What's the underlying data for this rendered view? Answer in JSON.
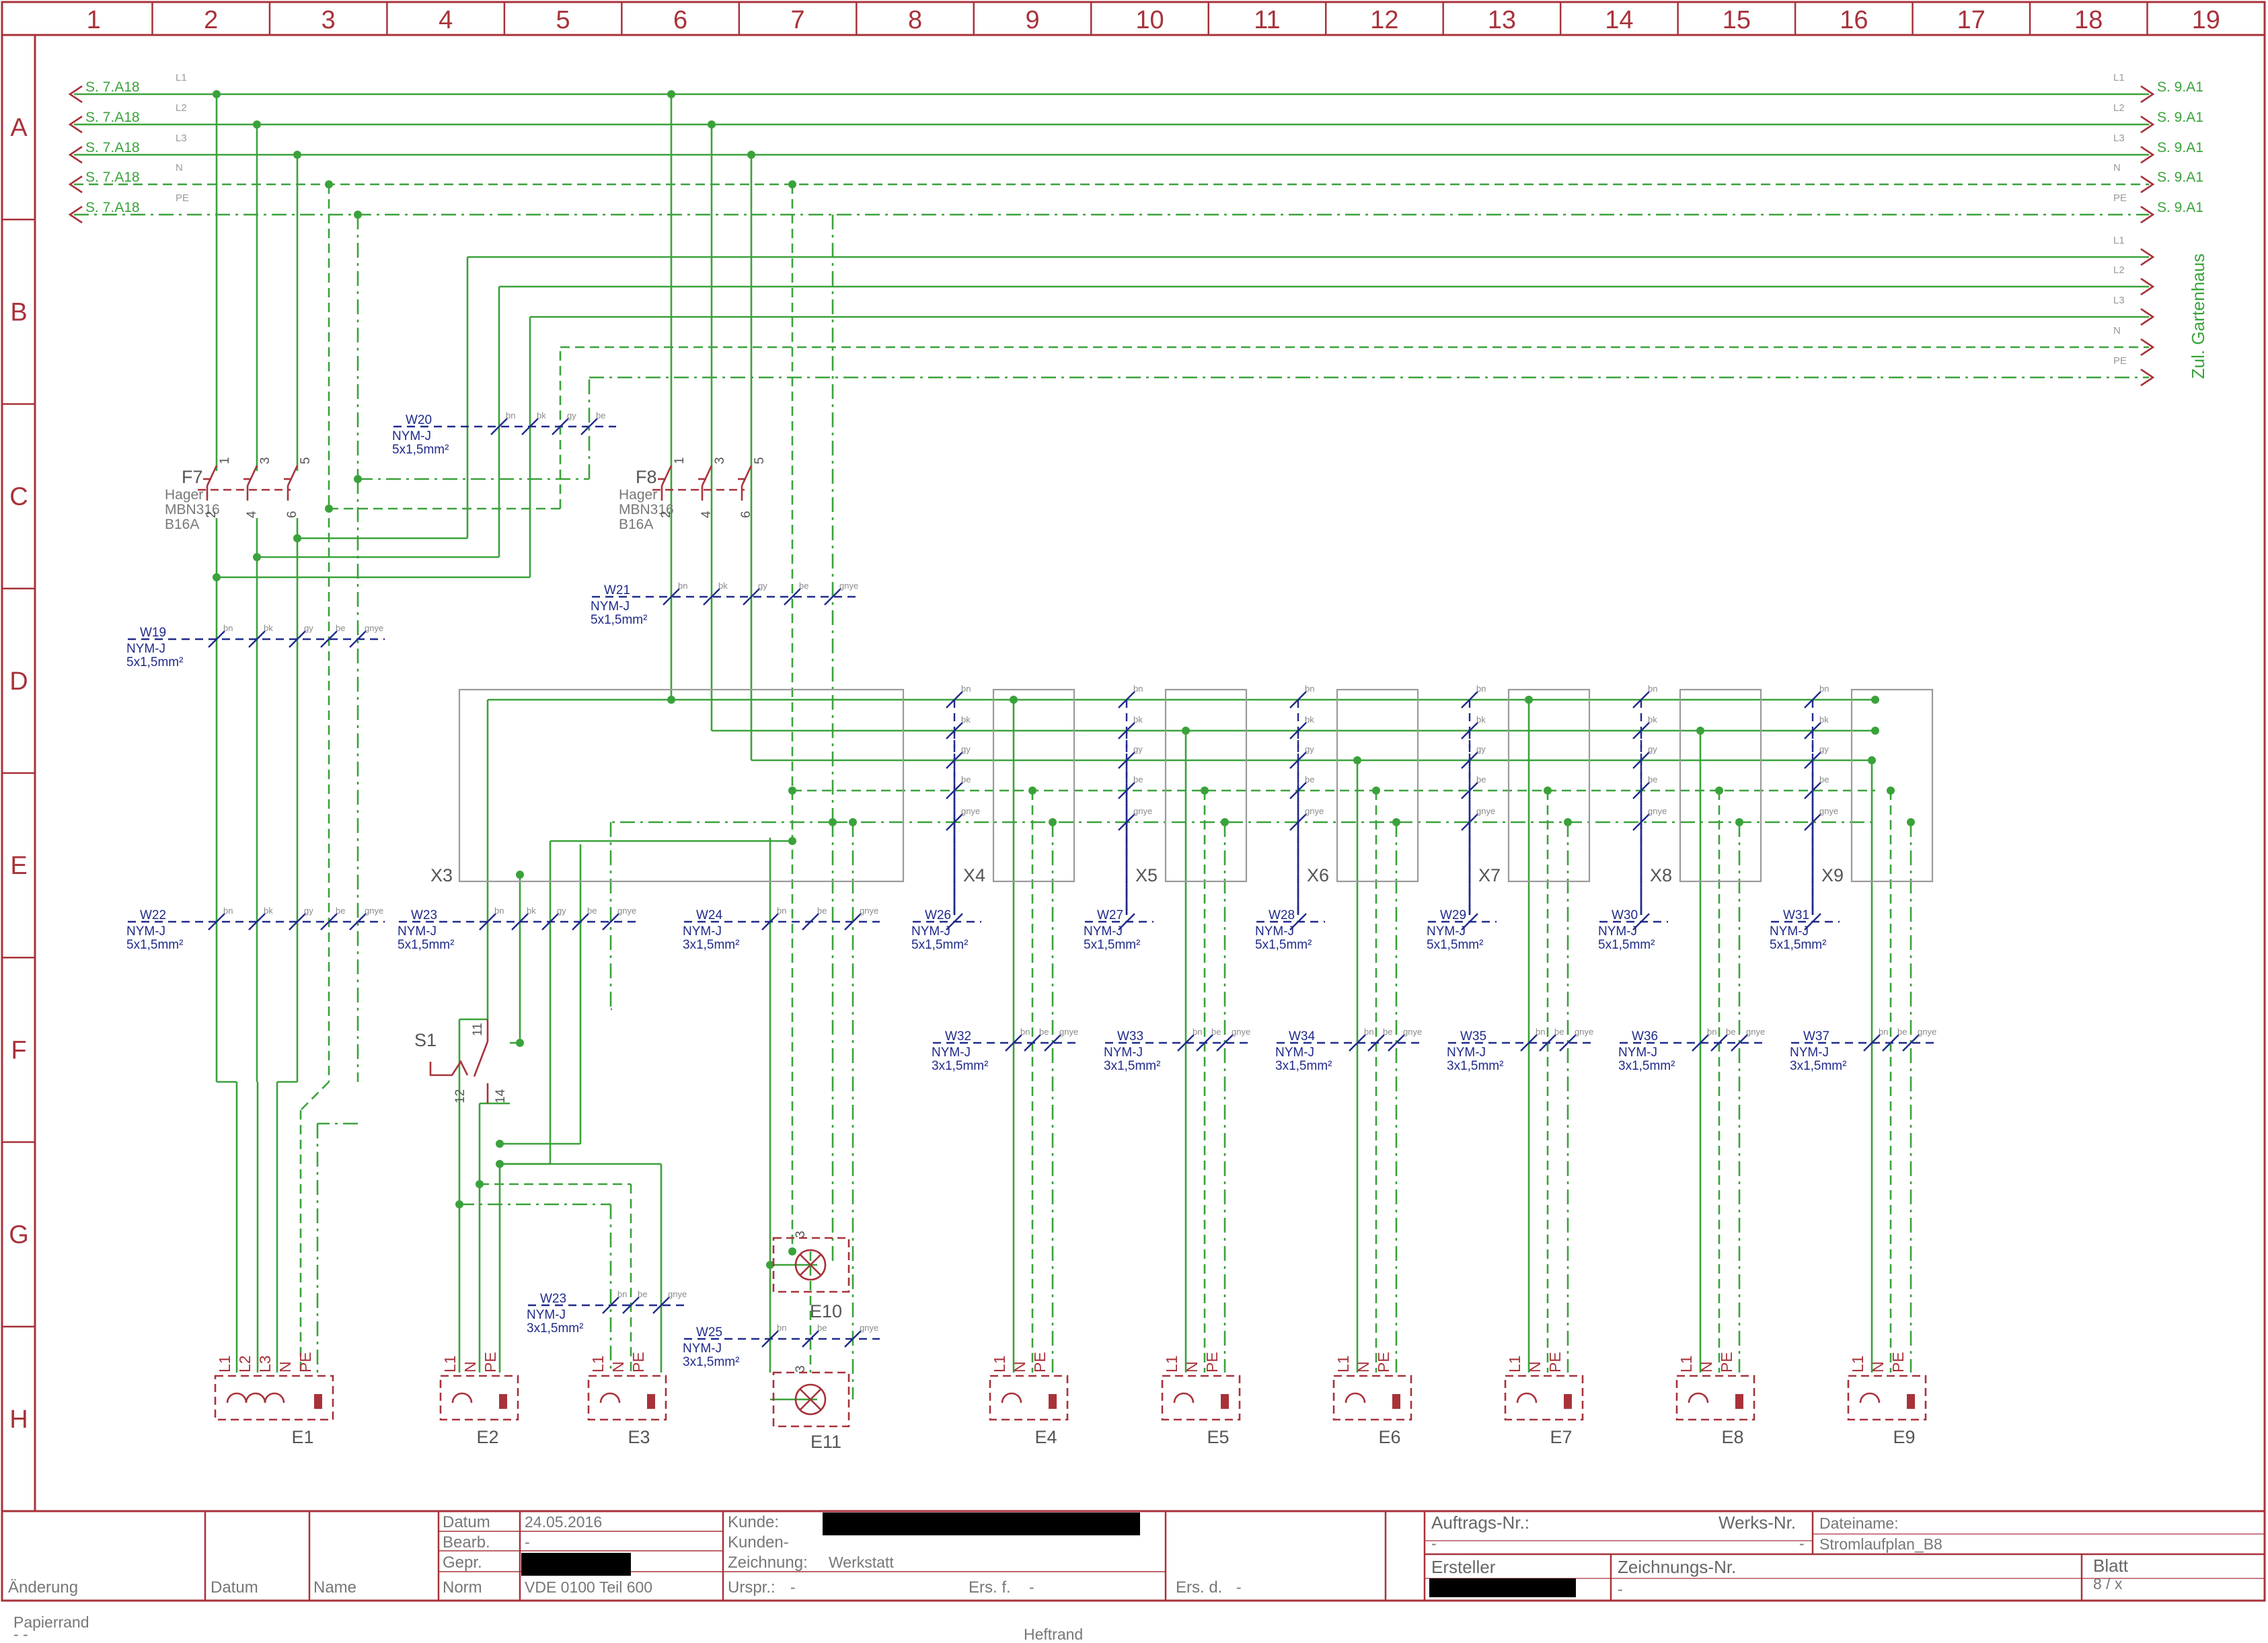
{
  "grid": {
    "columns": [
      "1",
      "2",
      "3",
      "4",
      "5",
      "6",
      "7",
      "8",
      "9",
      "10",
      "11",
      "12",
      "13",
      "14",
      "15",
      "16",
      "17",
      "18",
      "19"
    ],
    "rows": [
      "A",
      "B",
      "C",
      "D",
      "E",
      "F",
      "G",
      "H"
    ]
  },
  "bus": {
    "left_refs": [
      "S. 7.A18",
      "S. 7.A18",
      "S. 7.A18",
      "S. 7.A18",
      "S. 7.A18"
    ],
    "right_refs": [
      "S. 9.A1",
      "S. 9.A1",
      "S. 9.A1",
      "S. 9.A1",
      "S. 9.A1"
    ],
    "phases": [
      "L1",
      "L2",
      "L3",
      "N",
      "PE"
    ],
    "garden_label": "Zul. Gartenhaus"
  },
  "breakers": [
    {
      "name": "F7",
      "maker": "Hager",
      "model": "MBN316",
      "rating": "B16A"
    },
    {
      "name": "F8",
      "maker": "Hager",
      "model": "MBN316",
      "rating": "B16A"
    }
  ],
  "breaker_pins": [
    "1",
    "3",
    "5",
    "2",
    "4",
    "6"
  ],
  "conductor_codes": [
    "bn",
    "bk",
    "gy",
    "be",
    "gnye"
  ],
  "cables": [
    {
      "id": "W20",
      "type": "NYM-J",
      "size": "5x1,5mm²"
    },
    {
      "id": "W21",
      "type": "NYM-J",
      "size": "5x1,5mm²"
    },
    {
      "id": "W19",
      "type": "NYM-J",
      "size": "5x1,5mm²"
    },
    {
      "id": "W22",
      "type": "NYM-J",
      "size": "5x1,5mm²"
    },
    {
      "id": "W23",
      "type": "NYM-J",
      "size": "5x1,5mm²"
    },
    {
      "id": "W24",
      "type": "NYM-J",
      "size": "3x1,5mm²"
    },
    {
      "id": "W26",
      "type": "NYM-J",
      "size": "5x1,5mm²"
    },
    {
      "id": "W27",
      "type": "NYM-J",
      "size": "5x1,5mm²"
    },
    {
      "id": "W28",
      "type": "NYM-J",
      "size": "5x1,5mm²"
    },
    {
      "id": "W29",
      "type": "NYM-J",
      "size": "5x1,5mm²"
    },
    {
      "id": "W30",
      "type": "NYM-J",
      "size": "5x1,5mm²"
    },
    {
      "id": "W31",
      "type": "NYM-J",
      "size": "5x1,5mm²"
    },
    {
      "id": "W32",
      "type": "NYM-J",
      "size": "3x1,5mm²"
    },
    {
      "id": "W33",
      "type": "NYM-J",
      "size": "3x1,5mm²"
    },
    {
      "id": "W34",
      "type": "NYM-J",
      "size": "3x1,5mm²"
    },
    {
      "id": "W35",
      "type": "NYM-J",
      "size": "3x1,5mm²"
    },
    {
      "id": "W36",
      "type": "NYM-J",
      "size": "3x1,5mm²"
    },
    {
      "id": "W37",
      "type": "NYM-J",
      "size": "3x1,5mm²"
    },
    {
      "id": "W23",
      "type": "NYM-J",
      "size": "3x1,5mm²"
    },
    {
      "id": "W25",
      "type": "NYM-J",
      "size": "3x1,5mm²"
    }
  ],
  "junction_boxes": [
    "X3",
    "X4",
    "X5",
    "X6",
    "X7",
    "X8",
    "X9"
  ],
  "switch": {
    "name": "S1",
    "pins": [
      "11",
      "12",
      "14"
    ]
  },
  "lamps": [
    {
      "name": "E10",
      "pin": "3"
    },
    {
      "name": "E11",
      "pin": "3"
    }
  ],
  "consumers": [
    "E1",
    "E2",
    "E3",
    "E4",
    "E5",
    "E6",
    "E7",
    "E8",
    "E9"
  ],
  "consumer_terminals": {
    "five": [
      "L1",
      "L2",
      "L3",
      "N",
      "PE"
    ],
    "three": [
      "L1",
      "N",
      "PE"
    ]
  },
  "titleblock": {
    "aenderung": "Änderung",
    "datum": "Datum",
    "name": "Name",
    "datum_label": "Datum",
    "datum_value": "24.05.2016",
    "bearb": "Bearb.",
    "bearb_value": "-",
    "gepr": "Gepr.",
    "norm": "Norm",
    "norm_value": "VDE 0100 Teil 600",
    "kunde": "Kunde:",
    "zeichnung": "Kunden-\nZeichnung:",
    "zeichnung_value": "Werkstatt",
    "urspr": "Urspr.:",
    "urspr_value": "-",
    "ersf": "Ers. f.",
    "ersf_value": "-",
    "ersd": "Ers. d.",
    "ersd_value": "-",
    "auftrag": "Auftrags-Nr.:",
    "auftrag_value": "-",
    "werks": "Werks-Nr.",
    "werks_value": "-",
    "dateiname": "Dateiname:",
    "dateiname_value": "Stromlaufplan_B8",
    "erstell": "Ersteller",
    "zeichnungsnr": "Zeichnungs-Nr.",
    "zeichnungsnr_value": "-",
    "blatt": "Blatt",
    "blatt_value": "8 / x"
  },
  "margins": {
    "papierrand": "Papierrand",
    "heftrand": "Heftrand"
  }
}
